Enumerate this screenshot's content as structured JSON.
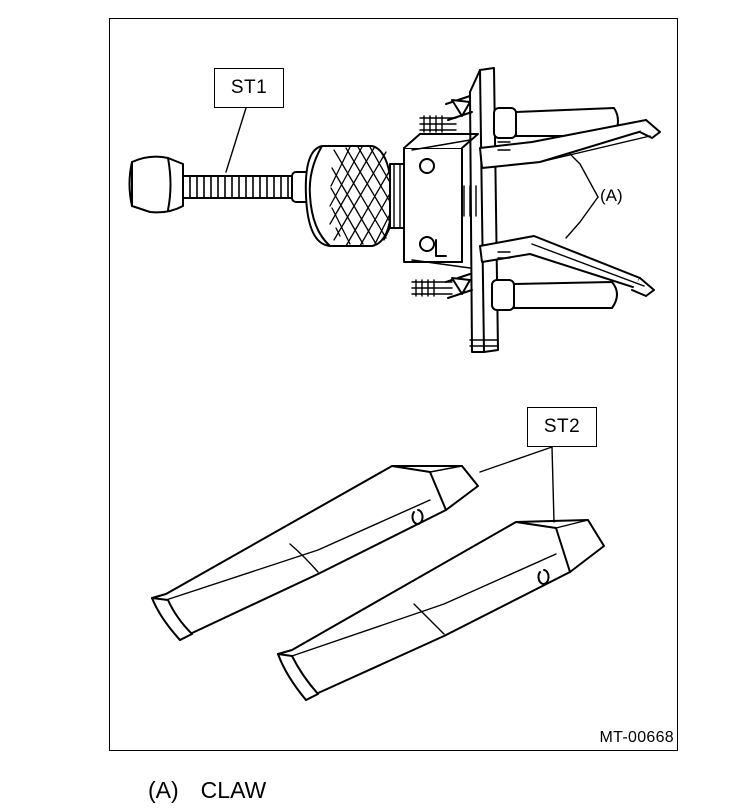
{
  "figure": {
    "callouts": {
      "st1": "ST1",
      "st2": "ST2",
      "claw": "(A)"
    },
    "figure_id": "MT-00668"
  },
  "legend": {
    "key": "(A)",
    "text": "CLAW"
  }
}
